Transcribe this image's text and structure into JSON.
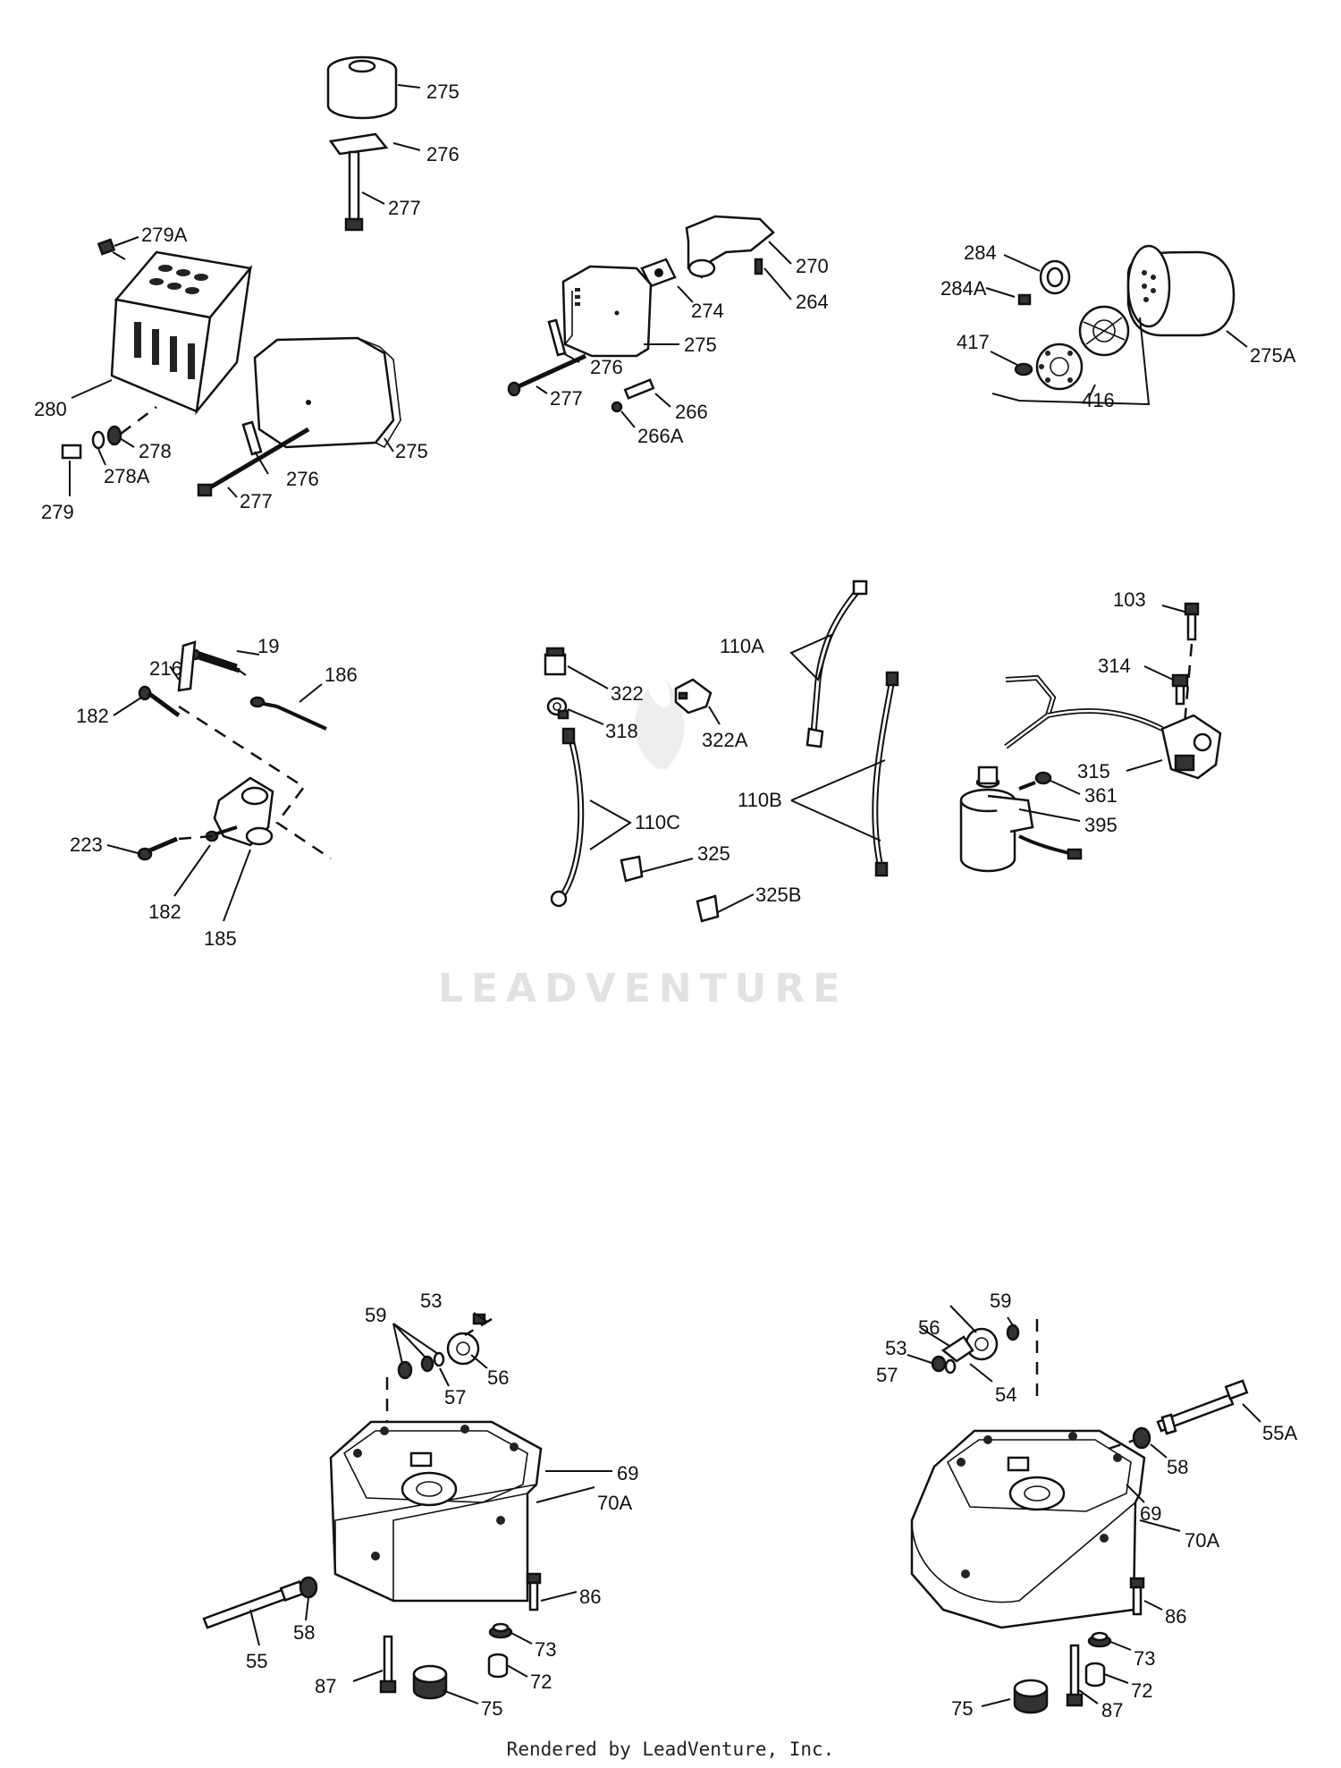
{
  "watermark": "LEADVENTURE",
  "footer": "Rendered by LeadVenture, Inc.",
  "labels": {
    "l275_top": "275",
    "l276_top": "276",
    "l277_top": "277",
    "l279A": "279A",
    "l280": "280",
    "l278": "278",
    "l278A": "278A",
    "l279": "279",
    "l275_left": "275",
    "l276_left": "276",
    "l277_left": "277",
    "l270": "270",
    "l264": "264",
    "l274": "274",
    "l275_mid": "275",
    "l276_mid": "276",
    "l277_mid": "277",
    "l266": "266",
    "l266A": "266A",
    "l284": "284",
    "l284A": "284A",
    "l417": "417",
    "l416": "416",
    "l275A": "275A",
    "l19": "19",
    "l216": "216",
    "l186": "186",
    "l182a": "182",
    "l223": "223",
    "l182b": "182",
    "l185": "185",
    "l322": "322",
    "l318": "318",
    "l322A": "322A",
    "l110A": "110A",
    "l110B": "110B",
    "l110C": "110C",
    "l325": "325",
    "l325B": "325B",
    "l103": "103",
    "l314": "314",
    "l315": "315",
    "l361": "361",
    "l395": "395",
    "l53a": "53",
    "l59a": "59",
    "l56a": "56",
    "l57a": "57",
    "l69a": "69",
    "l70Aa": "70A",
    "l86a": "86",
    "l73a": "73",
    "l72a": "72",
    "l75a": "75",
    "l87a": "87",
    "l58a": "58",
    "l55": "55",
    "l59b": "59",
    "l56b": "56",
    "l53b": "53",
    "l57b": "57",
    "l54": "54",
    "l55A": "55A",
    "l58b": "58",
    "l69b": "69",
    "l70Ab": "70A",
    "l86b": "86",
    "l73b": "73",
    "l72b": "72",
    "l75b": "75",
    "l87b": "87"
  }
}
